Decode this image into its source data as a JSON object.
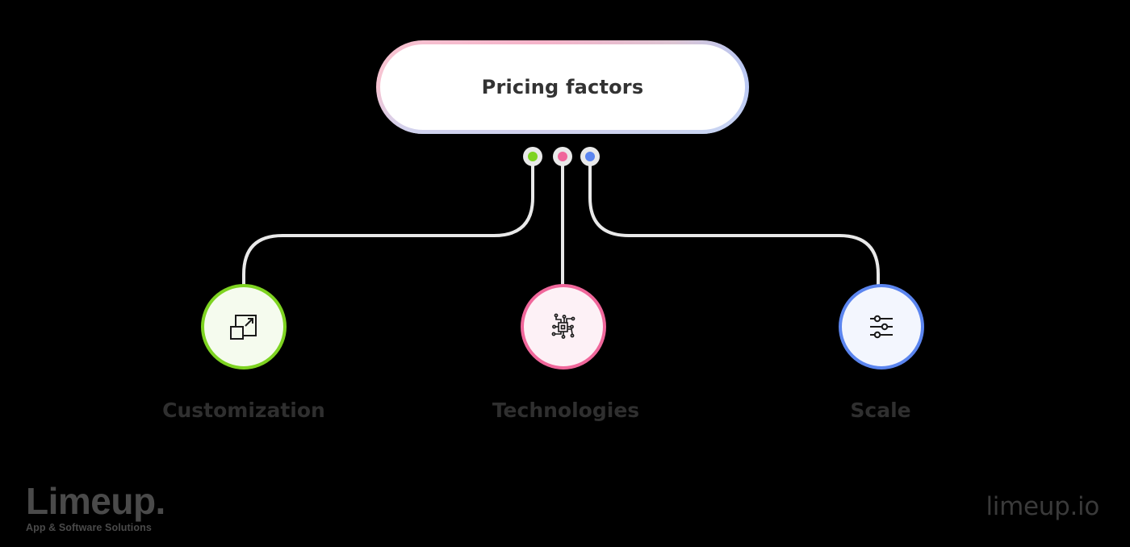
{
  "diagram": {
    "root": {
      "title": "Pricing factors"
    },
    "connector_color": "#e9e9e9",
    "nodes": [
      {
        "label": "Customization",
        "icon": "resize-expand-icon",
        "accent": "#7ed321",
        "fill": "#f5fbee",
        "dot_color": "#7ed321"
      },
      {
        "label": "Technologies",
        "icon": "circuit-chip-icon",
        "accent": "#f0679b",
        "fill": "#fdf1f6",
        "dot_color": "#f0679b"
      },
      {
        "label": "Scale",
        "icon": "sliders-icon",
        "accent": "#5b85ef",
        "fill": "#f3f6fe",
        "dot_color": "#5b85ef"
      }
    ]
  },
  "footer": {
    "brand_name": "Limeup.",
    "brand_tagline": "App & Software Solutions",
    "website": "limeup.io"
  }
}
